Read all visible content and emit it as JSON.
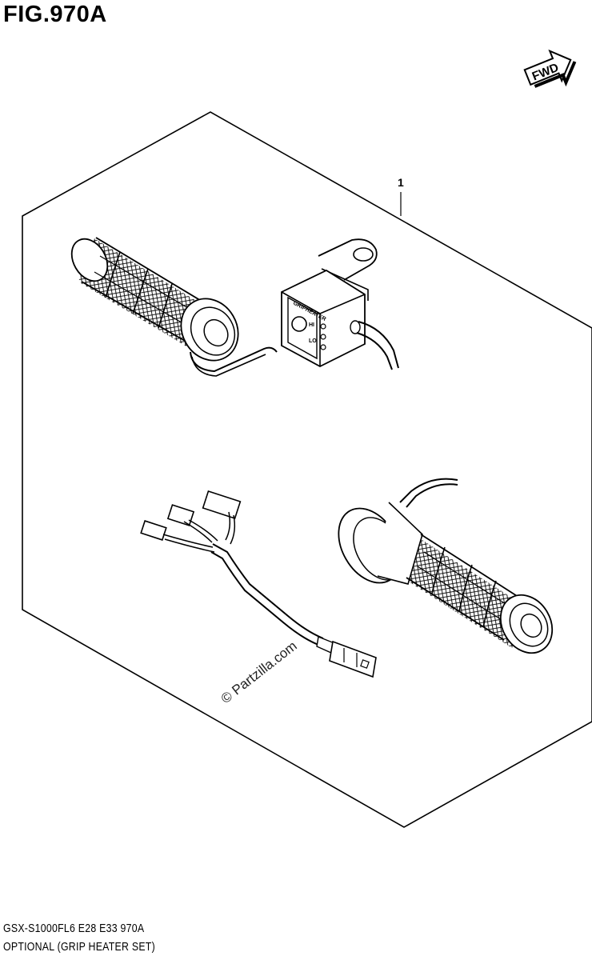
{
  "figure": {
    "title": "FIG.970A",
    "fwd_label": "FWD",
    "callout": "1",
    "watermark": "© Partzilla.com",
    "switch_label": "GRIPHEATER",
    "switch_hi": "HI",
    "switch_lo": "LO"
  },
  "footer": {
    "model_line": "GSX-S1000FL6  E28  E33  970A",
    "description": "OPTIONAL (GRIP HEATER SET)"
  }
}
